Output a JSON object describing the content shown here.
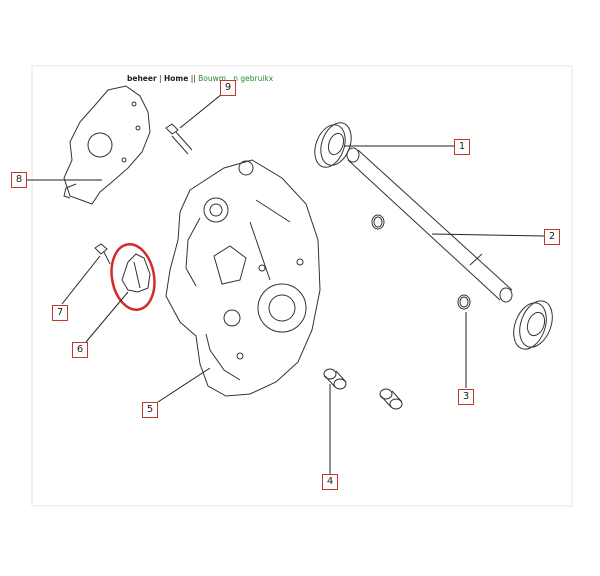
{
  "nav": {
    "item_beheer": "beheer",
    "sep1": " | ",
    "item_home": "Home",
    "sep2": " || ",
    "item_link": "Bouwm...n gebruikx"
  },
  "callouts": [
    "1",
    "2",
    "3",
    "4",
    "5",
    "6",
    "7",
    "8",
    "9"
  ],
  "colors": {
    "callout_border": "#c0392b",
    "highlight": "#d42a2a",
    "line": "#222222",
    "link": "#2a8a2a"
  }
}
